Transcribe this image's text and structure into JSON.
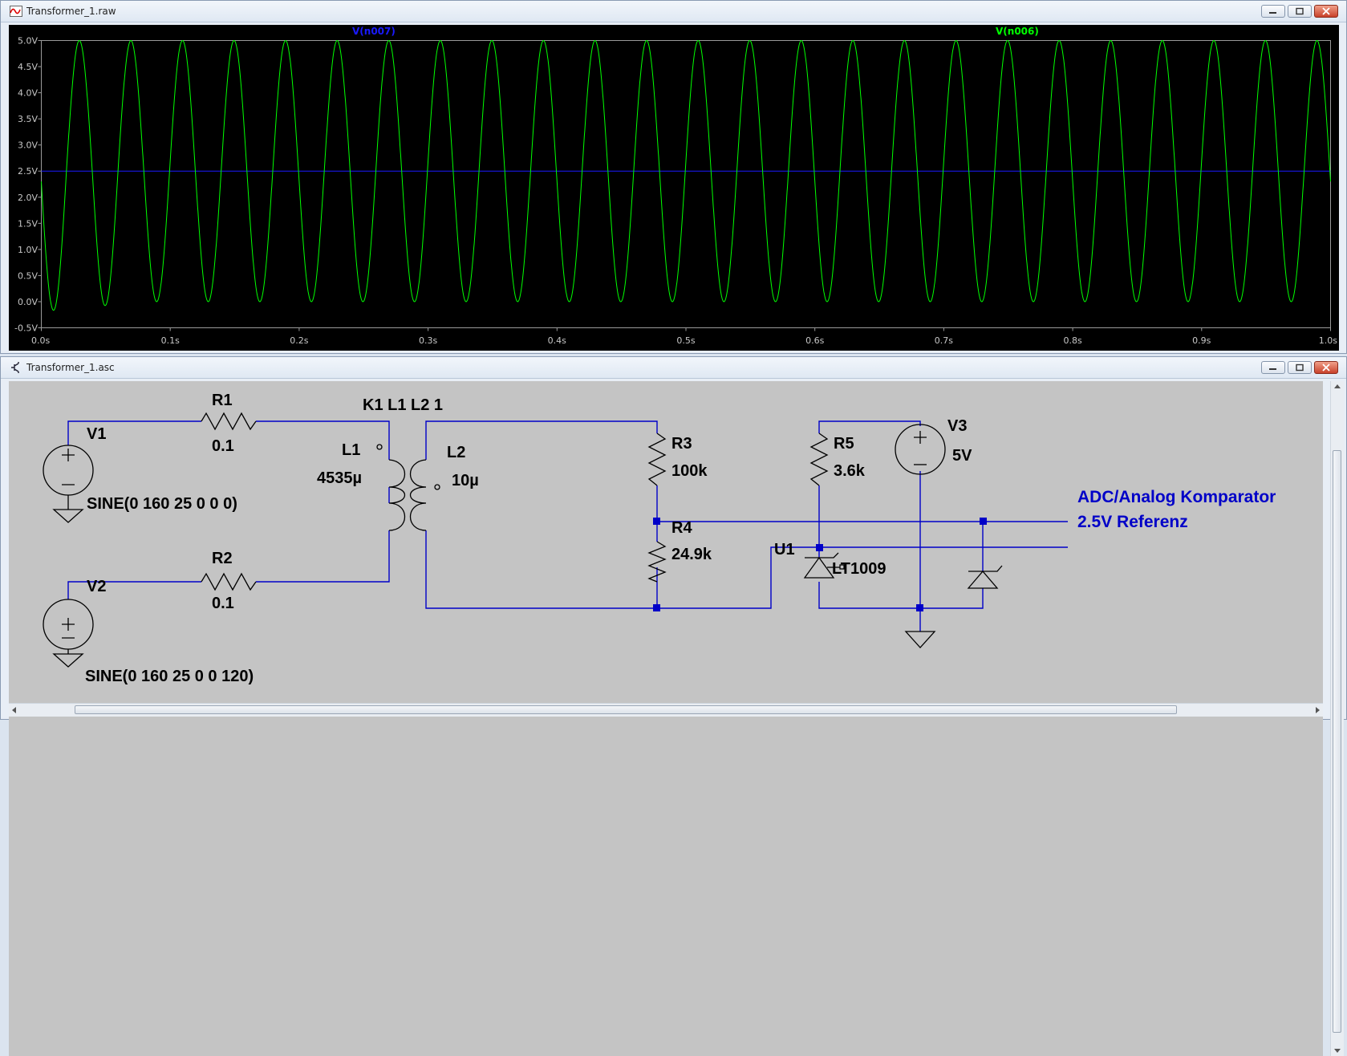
{
  "plot_window": {
    "title": "Transformer_1.raw",
    "trace_labels": [
      {
        "name": "V(n007)",
        "color": "#1a1aff"
      },
      {
        "name": "V(n006)",
        "color": "#00ff00"
      }
    ]
  },
  "chart_data": {
    "type": "line",
    "title": "",
    "xlabel": "",
    "ylabel": "",
    "xlim": [
      0.0,
      1.0
    ],
    "ylim": [
      -0.5,
      5.0
    ],
    "x_ticks": [
      "0.0s",
      "0.1s",
      "0.2s",
      "0.3s",
      "0.4s",
      "0.5s",
      "0.6s",
      "0.7s",
      "0.8s",
      "0.9s",
      "1.0s"
    ],
    "y_ticks": [
      "5.0V",
      "4.5V",
      "4.0V",
      "3.5V",
      "3.0V",
      "2.5V",
      "2.0V",
      "1.5V",
      "1.0V",
      "0.5V",
      "0.0V",
      "-0.5V"
    ],
    "series": [
      {
        "name": "V(n007)",
        "color": "#1a1aff",
        "constant": 2.5
      },
      {
        "name": "V(n006)",
        "color": "#00ff00",
        "waveform": "sine",
        "frequency_hz": 25,
        "offset": 2.5,
        "amplitude": 2.5,
        "initial_value": 2.3,
        "first_min": -0.2,
        "first_max": 4.85
      }
    ]
  },
  "schematic_window": {
    "title": "Transformer_1.asc",
    "labels": {
      "r1": "R1",
      "r1_val": "0.1",
      "r2": "R2",
      "r2_val": "0.1",
      "v1": "V1",
      "v1_val": "SINE(0 160 25 0 0 0)",
      "v2": "V2",
      "v2_val": "SINE(0 160 25 0 0 120)",
      "k1": "K1 L1 L2 1",
      "l1": "L1",
      "l1_val": "4535µ",
      "l2": "L2",
      "l2_val": "10µ",
      "r3": "R3",
      "r3_val": "100k",
      "r4": "R4",
      "r4_val": "24.9k",
      "r5": "R5",
      "r5_val": "3.6k",
      "u1": "U1",
      "u1_val": "LT1009",
      "v3": "V3",
      "v3_val": "5V",
      "net_adc": "ADC/Analog Komparator",
      "net_ref": "2.5V Referenz"
    },
    "colors": {
      "wire": "#0000c8",
      "label": "#0000c8",
      "text": "#000000",
      "background": "#c4c4c4"
    }
  }
}
